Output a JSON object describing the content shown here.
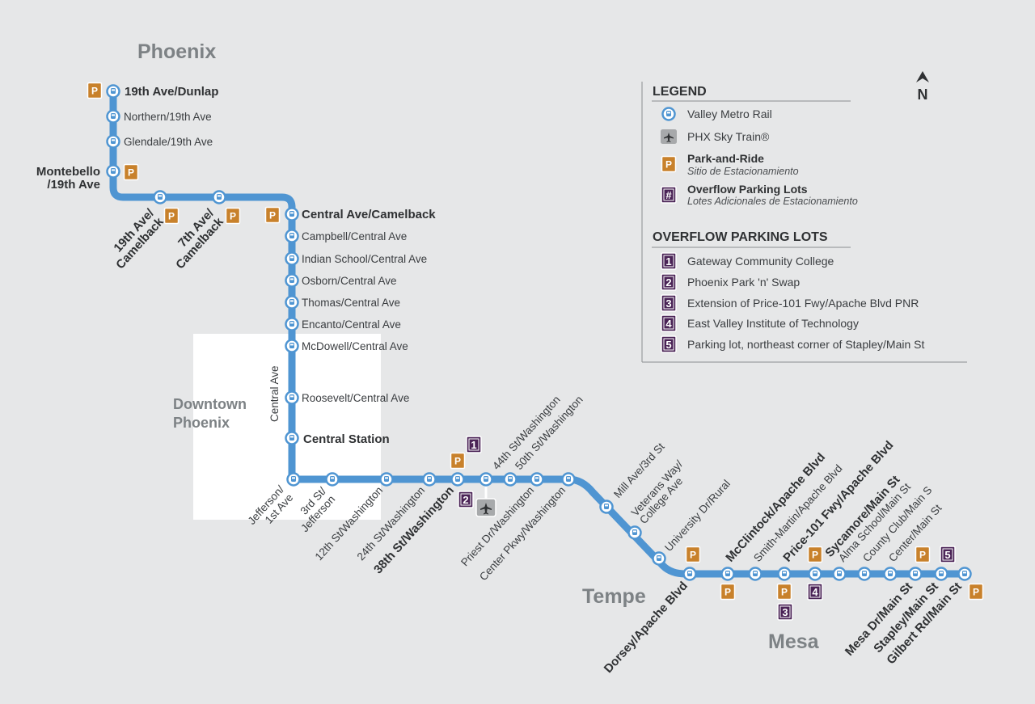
{
  "cities": {
    "phoenix": "Phoenix",
    "downtown": [
      "Downtown",
      "Phoenix"
    ],
    "tempe": "Tempe",
    "mesa": "Mesa"
  },
  "street_label": "Central Ave",
  "north": "N",
  "colors": {
    "rail": "#4f95d2",
    "park_ride": "#c8812b",
    "overflow": "#4a2356",
    "sky_train": "#a7a9ab",
    "background": "#e6e7e8"
  },
  "stations": {
    "s1": "19th Ave/Dunlap",
    "s2": "Northern/19th Ave",
    "s3": "Glendale/19th Ave",
    "s4": [
      "Montebello",
      "/19th Ave"
    ],
    "s5": [
      "19th Ave/",
      "Camelback"
    ],
    "s6": [
      "7th Ave/",
      "Camelback"
    ],
    "s7": "Central Ave/Camelback",
    "s8": "Campbell/Central Ave",
    "s9": "Indian School/Central Ave",
    "s10": "Osborn/Central Ave",
    "s11": "Thomas/Central Ave",
    "s12": "Encanto/Central Ave",
    "s13": "McDowell/Central Ave",
    "s14": "Roosevelt/Central Ave",
    "s15": "Central Station",
    "s16": [
      "Jefferson/",
      "1st Ave"
    ],
    "s17": [
      "3rd St/",
      "Jefferson"
    ],
    "s18": "12th St/Washington",
    "s19": "24th St/Washington",
    "s20": "38th St/Washington",
    "s21": "44th St/Washington",
    "s22": "50th St/Washington",
    "s23": "Priest Dr/Washington",
    "s24": "Center Pkwy/Washington",
    "s25": "Mill Ave/3rd St",
    "s26": [
      "Veterans Way/",
      "College Ave"
    ],
    "s27": "University Dr/Rural",
    "s28": "Dorsey/Apache Blvd",
    "s29": "McClintock/Apache Blvd",
    "s30": "Smith-Martin/Apache Blvd",
    "s31": "Price-101 Fwy/Apache Blvd",
    "s32": "Sycamore/Main St",
    "s33": "Alma School/Main St",
    "s34": "County Club/Main S",
    "s35": "Center/Main St",
    "s36": "Mesa Dr/Main St",
    "s37": "Stapley/Main St",
    "s38": "Gilbert Rd/Main St"
  },
  "park_symbol": "P",
  "overflow_numbers": [
    "1",
    "2",
    "3",
    "4",
    "5"
  ],
  "legend": {
    "title": "LEGEND",
    "rail": "Valley Metro Rail",
    "sky_train": "PHX Sky Train®",
    "park_ride": "Park-and-Ride",
    "park_ride_sub": "Sitio de Estacionamiento",
    "overflow_symbol": "#",
    "overflow": "Overflow Parking Lots",
    "overflow_sub": "Lotes Adicionales de Estacionamiento",
    "overflow_title": "OVERFLOW PARKING LOTS",
    "lots": [
      "Gateway Community College",
      "Phoenix Park 'n' Swap",
      "Extension of Price-101 Fwy/Apache Blvd PNR",
      "East Valley Institute of Technology",
      "Parking lot, northeast corner of Stapley/Main St"
    ]
  }
}
